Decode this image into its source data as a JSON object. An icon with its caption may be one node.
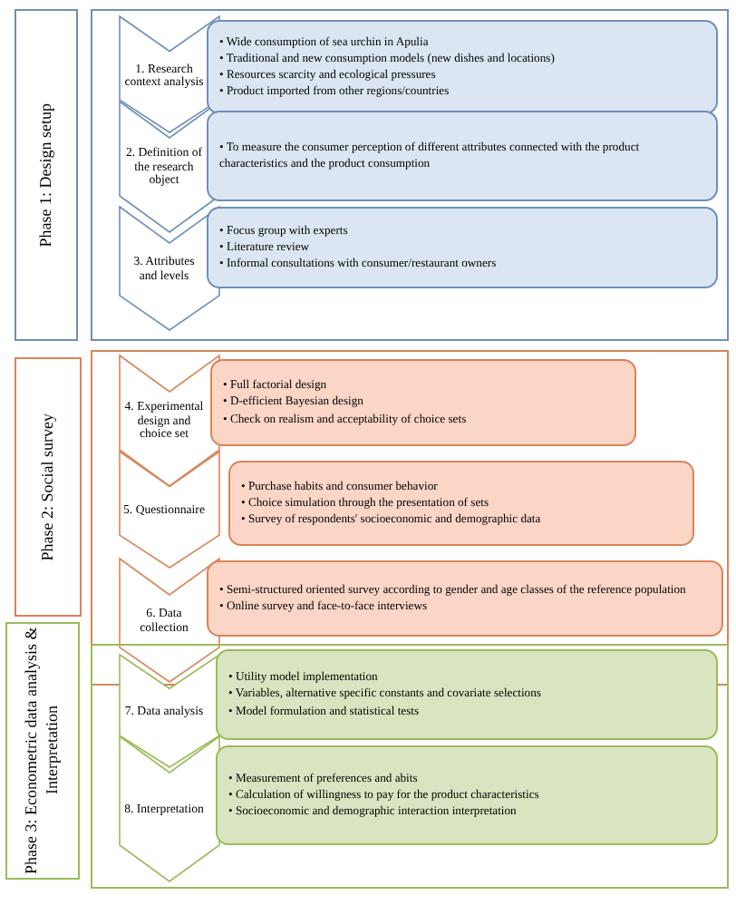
{
  "diagram": {
    "nodes": [
      {
        "text": [
          "Phase 1: Design setup"
        ]
      },
      {
        "text": [],
        "shape": "box"
      },
      {
        "text": [
          "1. Research context analysis"
        ],
        "in": 1
      },
      {
        "text": [
          "• Wide consumption of sea urchin in Apulia",
          "• Traditional and new consumption models (new dishes and locations)",
          "• Resources scarcity and ecological pressures",
          "• Product imported from other regions/countries"
        ],
        "in": 1
      },
      {
        "text": [
          "2. Definition of the research object"
        ],
        "in": 1
      },
      {
        "text": [
          "• To measure the consumer perception of different attributes connected with the product characteristics and the product consumption"
        ],
        "in": 1
      },
      {
        "text": [
          "3. Attributes and levels"
        ],
        "in": 1
      },
      {
        "text": [
          "• Focus group with experts",
          "• Literature review",
          "• Informal consultations with consumer/restaurant owners"
        ],
        "in": 1
      },
      {
        "text": [
          "Phase 2: Social survey"
        ]
      },
      {
        "text": [],
        "shape": "box"
      },
      {
        "text": [
          "4. Experimental design and choice set"
        ],
        "in": 9
      },
      {
        "text": [
          "• Full factorial design",
          "• D-efficient Bayesian design",
          "• Check on realism and acceptability of choice sets"
        ],
        "in": 9
      },
      {
        "text": [
          "5. Questionnaire"
        ],
        "in": 9
      },
      {
        "text": [
          "• Purchase habits and consumer behavior",
          "• Choice simulation through the presentation of sets",
          "• Survey of respondents' socioeconomic and demographic data"
        ],
        "in": 9
      },
      {
        "text": [
          "6. Data collection"
        ],
        "in": 9
      },
      {
        "text": [
          "• Semi-structured oriented survey according to gender and age classes of the reference population",
          "• Online survey and face-to-face interviews"
        ],
        "in": 9
      },
      {
        "text": [
          "Phase 3: Econometric data analysis & Interpretation"
        ]
      },
      {
        "text": [],
        "shape": "box"
      },
      {
        "text": [
          "7. Data analysis"
        ],
        "in": 17
      },
      {
        "text": [
          "• Utility model implementation",
          "• Variables, alternative specific constants and covariate selections",
          "• Model formulation and statistical tests"
        ],
        "in": 17
      },
      {
        "text": [
          "8. Interpretation"
        ],
        "in": 17
      },
      {
        "text": [
          "• Measurement of preferences and abits",
          "• Calculation of willingness to pay for the product characteristics",
          "• Socioeconomic and demographic interaction interpretation"
        ],
        "in": 17
      }
    ],
    "edges": []
  }
}
